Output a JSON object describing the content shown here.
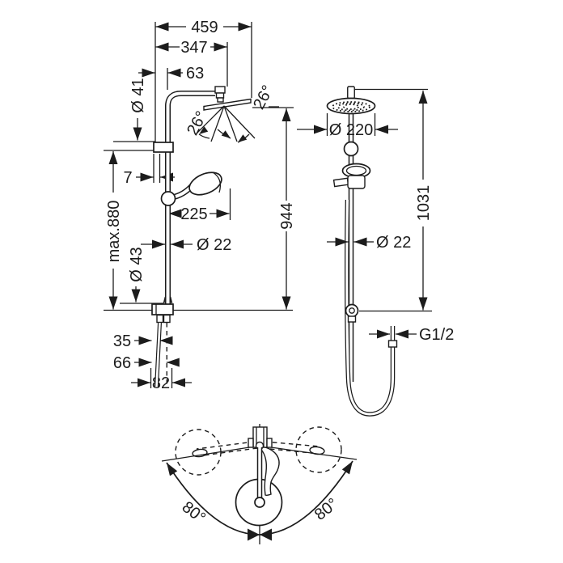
{
  "colors": {
    "line": "#1c1c1c",
    "background": "#ffffff"
  },
  "labels": {
    "side": {
      "total_width": "459",
      "head_center_width": "347",
      "wall_offset": "63",
      "slider_diameter": "Ø 41",
      "bracket_gap": "7",
      "max_height": "max.880",
      "hand_shower_reach": "225",
      "pipe_diameter": "Ø 22",
      "base_diameter": "Ø 43",
      "head_height": "944",
      "depth_a": "35",
      "depth_b": "66",
      "depth_c": "82",
      "tilt_left": "26°",
      "tilt_right": "26°"
    },
    "front": {
      "head_diameter": "Ø 220",
      "total_height": "1031",
      "pipe_diameter": "Ø 22",
      "thread_size": "G1/2"
    },
    "top": {
      "swing_left": "80°",
      "swing_right": "80°"
    }
  }
}
